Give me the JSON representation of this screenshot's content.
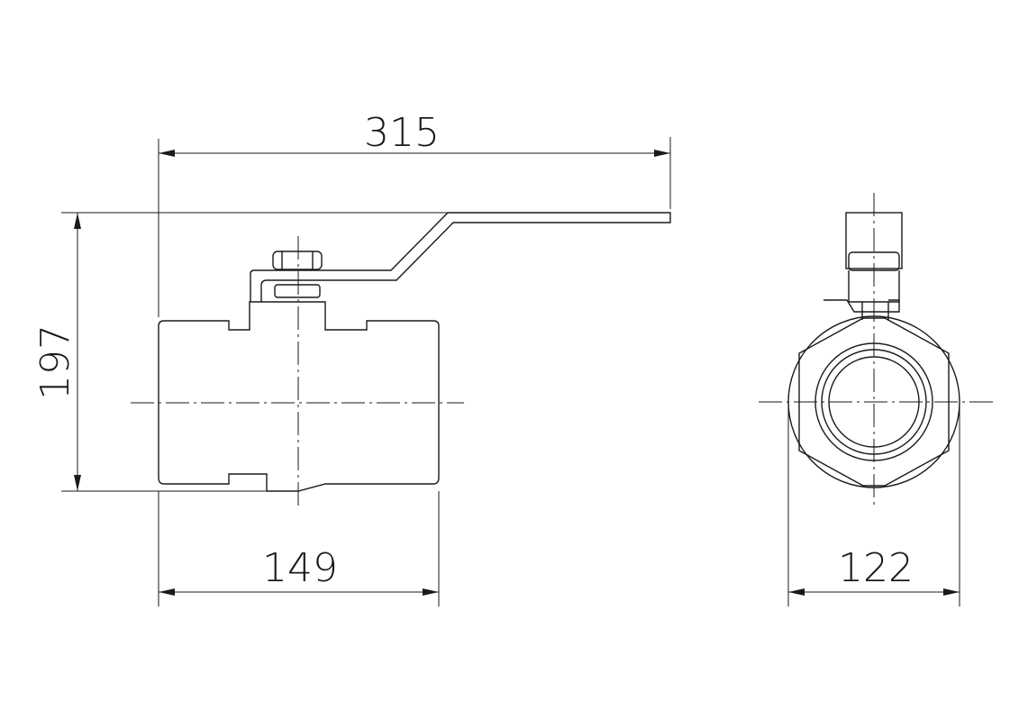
{
  "dimensions": {
    "overall_length": "315",
    "height": "197",
    "body_length": "149",
    "side_width": "122"
  }
}
